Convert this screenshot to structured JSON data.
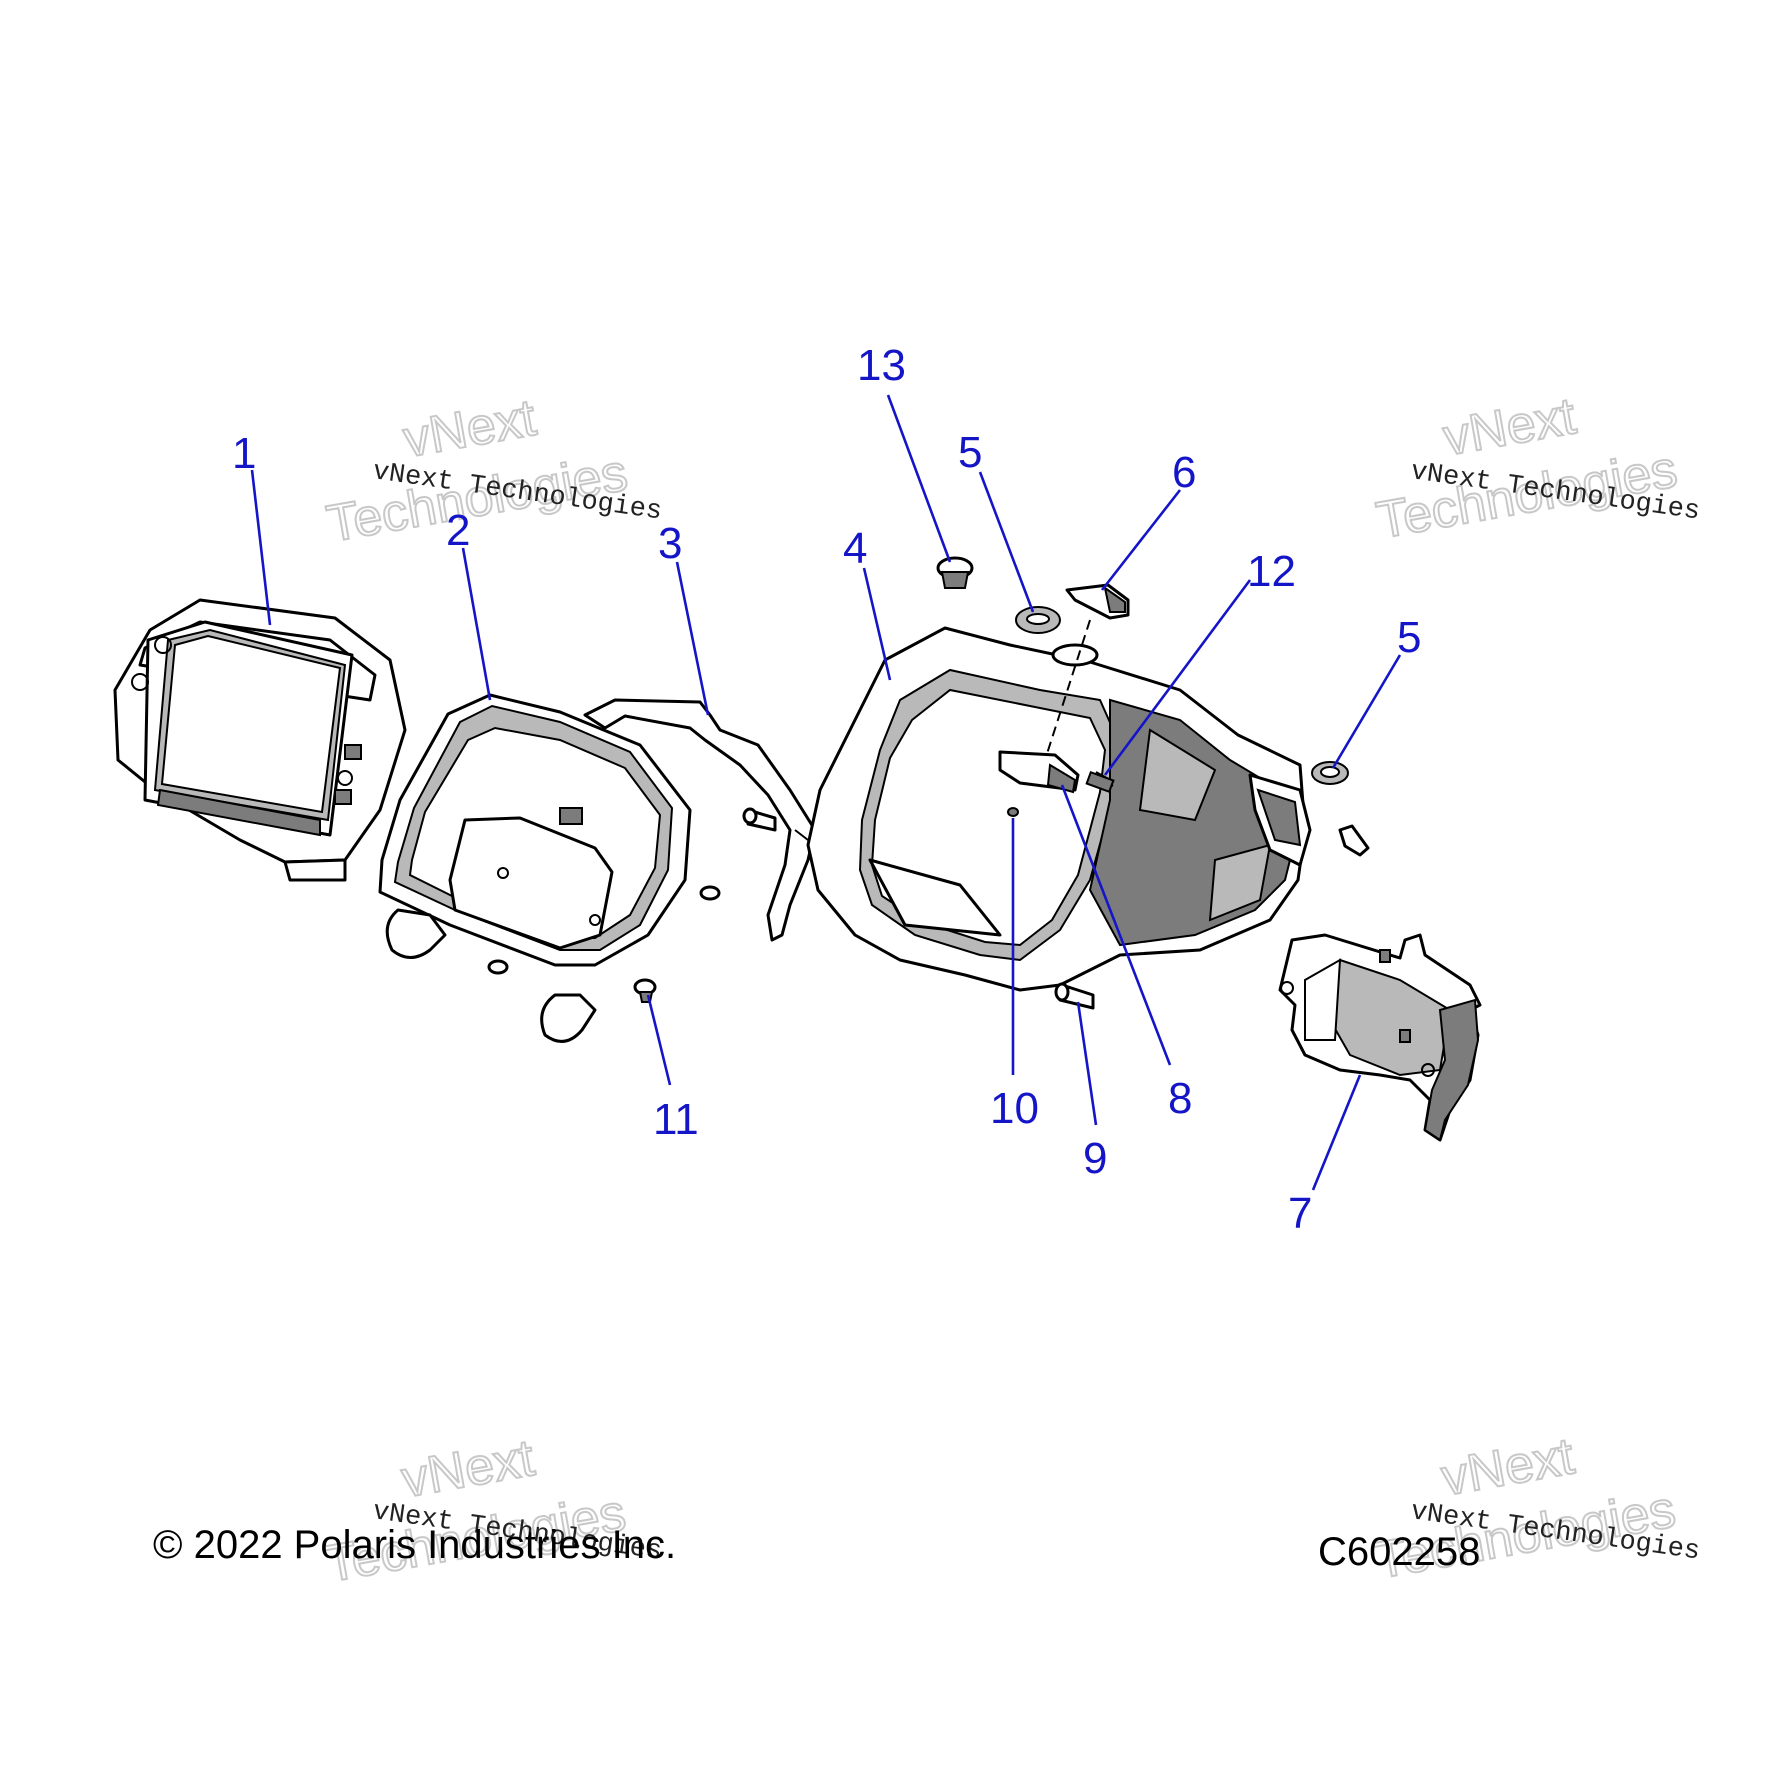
{
  "callouts": [
    {
      "id": "1",
      "label": "1"
    },
    {
      "id": "2",
      "label": "2"
    },
    {
      "id": "3",
      "label": "3"
    },
    {
      "id": "4",
      "label": "4"
    },
    {
      "id": "5a",
      "label": "5"
    },
    {
      "id": "5b",
      "label": "5"
    },
    {
      "id": "6",
      "label": "6"
    },
    {
      "id": "7",
      "label": "7"
    },
    {
      "id": "8",
      "label": "8"
    },
    {
      "id": "9",
      "label": "9"
    },
    {
      "id": "10",
      "label": "10"
    },
    {
      "id": "11",
      "label": "11"
    },
    {
      "id": "12",
      "label": "12"
    },
    {
      "id": "13",
      "label": "13"
    }
  ],
  "footer": {
    "copyright": "© 2022 Polaris Industries Inc.",
    "diagram_code": "C602258"
  },
  "watermark": {
    "line1": "vNext",
    "line2": "Technologies",
    "small": "vNext Technologies"
  },
  "colors": {
    "callout": "#1515c8",
    "line": "#000000",
    "shade": "#b9b9b9"
  }
}
